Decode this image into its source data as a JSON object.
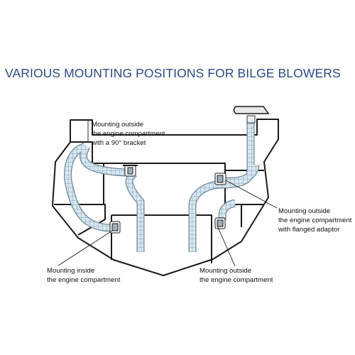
{
  "title": "VARIOUS MOUNTING POSITIONS FOR BILGE BLOWERS",
  "labels": {
    "bracket": [
      "Mounting outside",
      "the engine compartment",
      "with a 90° bracket"
    ],
    "flanged": [
      "Mounting outside",
      "the engine compartment",
      "with flanged adaptor"
    ],
    "inside": [
      "Mounting inside",
      "the engine compartment"
    ],
    "outside": [
      "Mounting outside",
      "the engine compartment"
    ]
  },
  "colors": {
    "title": "#2d4a86",
    "hull": "#1a1a1a",
    "hose_fill": "#d6e7f1",
    "hose_edge": "#8aa2b4"
  }
}
